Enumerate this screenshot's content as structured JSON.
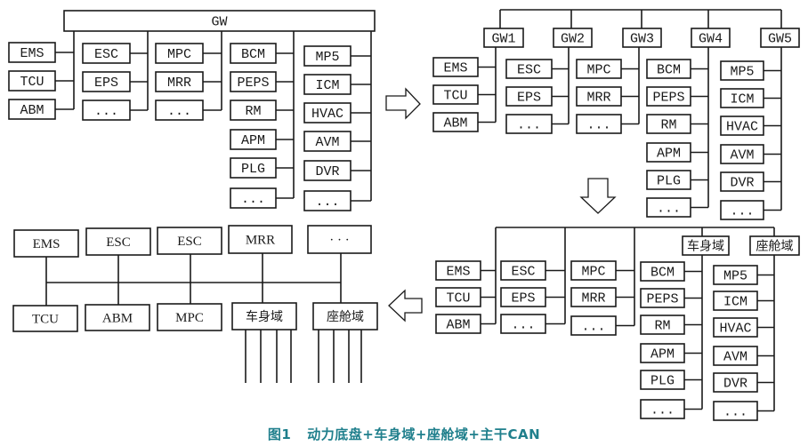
{
  "caption": {
    "figure_label": "图1",
    "title": "动力底盘+车身域+座舱域+主干CAN"
  },
  "arrows": {
    "top_right": "arrow-right",
    "right_down": "arrow-down",
    "bottom_left": "arrow-left"
  },
  "panel_central_gateway": {
    "gateway": "GW",
    "columns": [
      [
        "EMS",
        "TCU",
        "ABM"
      ],
      [
        "ESC",
        "EPS",
        "..."
      ],
      [
        "MPC",
        "MRR",
        "..."
      ],
      [
        "BCM",
        "PEPS",
        "RM",
        "APM",
        "PLG",
        "..."
      ],
      [
        "MP5",
        "ICM",
        "HVAC",
        "AVM",
        "DVR",
        "..."
      ]
    ]
  },
  "panel_multi_gateway": {
    "gateways": [
      "GW1",
      "GW2",
      "GW3",
      "GW4",
      "GW5"
    ],
    "columns": [
      [
        "EMS",
        "TCU",
        "ABM"
      ],
      [
        "ESC",
        "EPS",
        "..."
      ],
      [
        "MPC",
        "MRR",
        "..."
      ],
      [
        "BCM",
        "PEPS",
        "RM",
        "APM",
        "PLG",
        "..."
      ],
      [
        "MP5",
        "ICM",
        "HVAC",
        "AVM",
        "DVR",
        "..."
      ]
    ]
  },
  "panel_domain": {
    "domains": [
      "车身域",
      "座舱域"
    ],
    "columns": [
      [
        "EMS",
        "TCU",
        "ABM"
      ],
      [
        "ESC",
        "EPS",
        "..."
      ],
      [
        "MPC",
        "MRR",
        "..."
      ],
      [
        "BCM",
        "PEPS",
        "RM",
        "APM",
        "PLG",
        "..."
      ],
      [
        "MP5",
        "ICM",
        "HVAC",
        "AVM",
        "DVR",
        "..."
      ]
    ]
  },
  "panel_backbone_can": {
    "top_row": [
      "EMS",
      "ESC",
      "ESC",
      "MRR",
      "· · ·"
    ],
    "bottom_row": [
      "TCU",
      "ABM",
      "MPC",
      "车身域",
      "座舱域"
    ]
  }
}
